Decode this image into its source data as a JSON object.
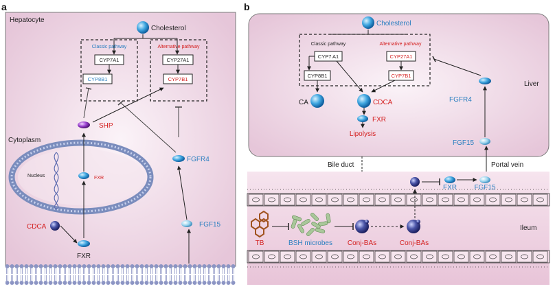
{
  "panel_a": {
    "letter": "a",
    "cell_label": "Hepatocyte",
    "cholesterol": "Cholesterol",
    "classic_pathway": "Classic pathway",
    "alternative_pathway": "Alternative pathway",
    "cyp7a1": "CYP7A1",
    "cyp8b1": "CYP8B1",
    "cyp27a1": "CYP27A1",
    "cyp7b1": "CYP7B1",
    "shp": "SHP",
    "cytoplasm": "Cytoplasm",
    "nucleus": "Nucleus",
    "fxr_nucleus": "FXR",
    "fgfr4": "FGFR4",
    "fgf15": "FGF15",
    "cdca": "CDCA",
    "fxr": "FXR"
  },
  "panel_b": {
    "letter": "b",
    "cholesterol": "Cholesterol",
    "classic_pathway": "Classic pathway",
    "alternative_pathway": "Alternative pathway",
    "cyp7a1": "CYP7 A1",
    "cyp8b1": "CYP8B1",
    "cyp27a1": "CYP27A1",
    "cyp7b1": "CYP7B1",
    "ca": "CA",
    "cdca": "CDCA",
    "fxr_liver": "FXR",
    "lipolysis": "Lipolysis",
    "fgfr4": "FGFR4",
    "liver": "Liver",
    "fgf15_liver": "FGF15",
    "bile_duct": "Bile duct",
    "portal_vein": "Portal vein",
    "fxr_gut": "FXR",
    "fgf15_gut": "FGF15",
    "ileum": "Ileum",
    "tb": "TB",
    "bsh_microbes": "BSH microbes",
    "conj_bas_1": "Conj-BAs",
    "conj_bas_2": "Conj-BAs"
  },
  "colors": {
    "red_label": "#d42020",
    "blue_label": "#2a7fc0",
    "cell_fill": "#f1dce9",
    "dark_text": "#222222"
  }
}
